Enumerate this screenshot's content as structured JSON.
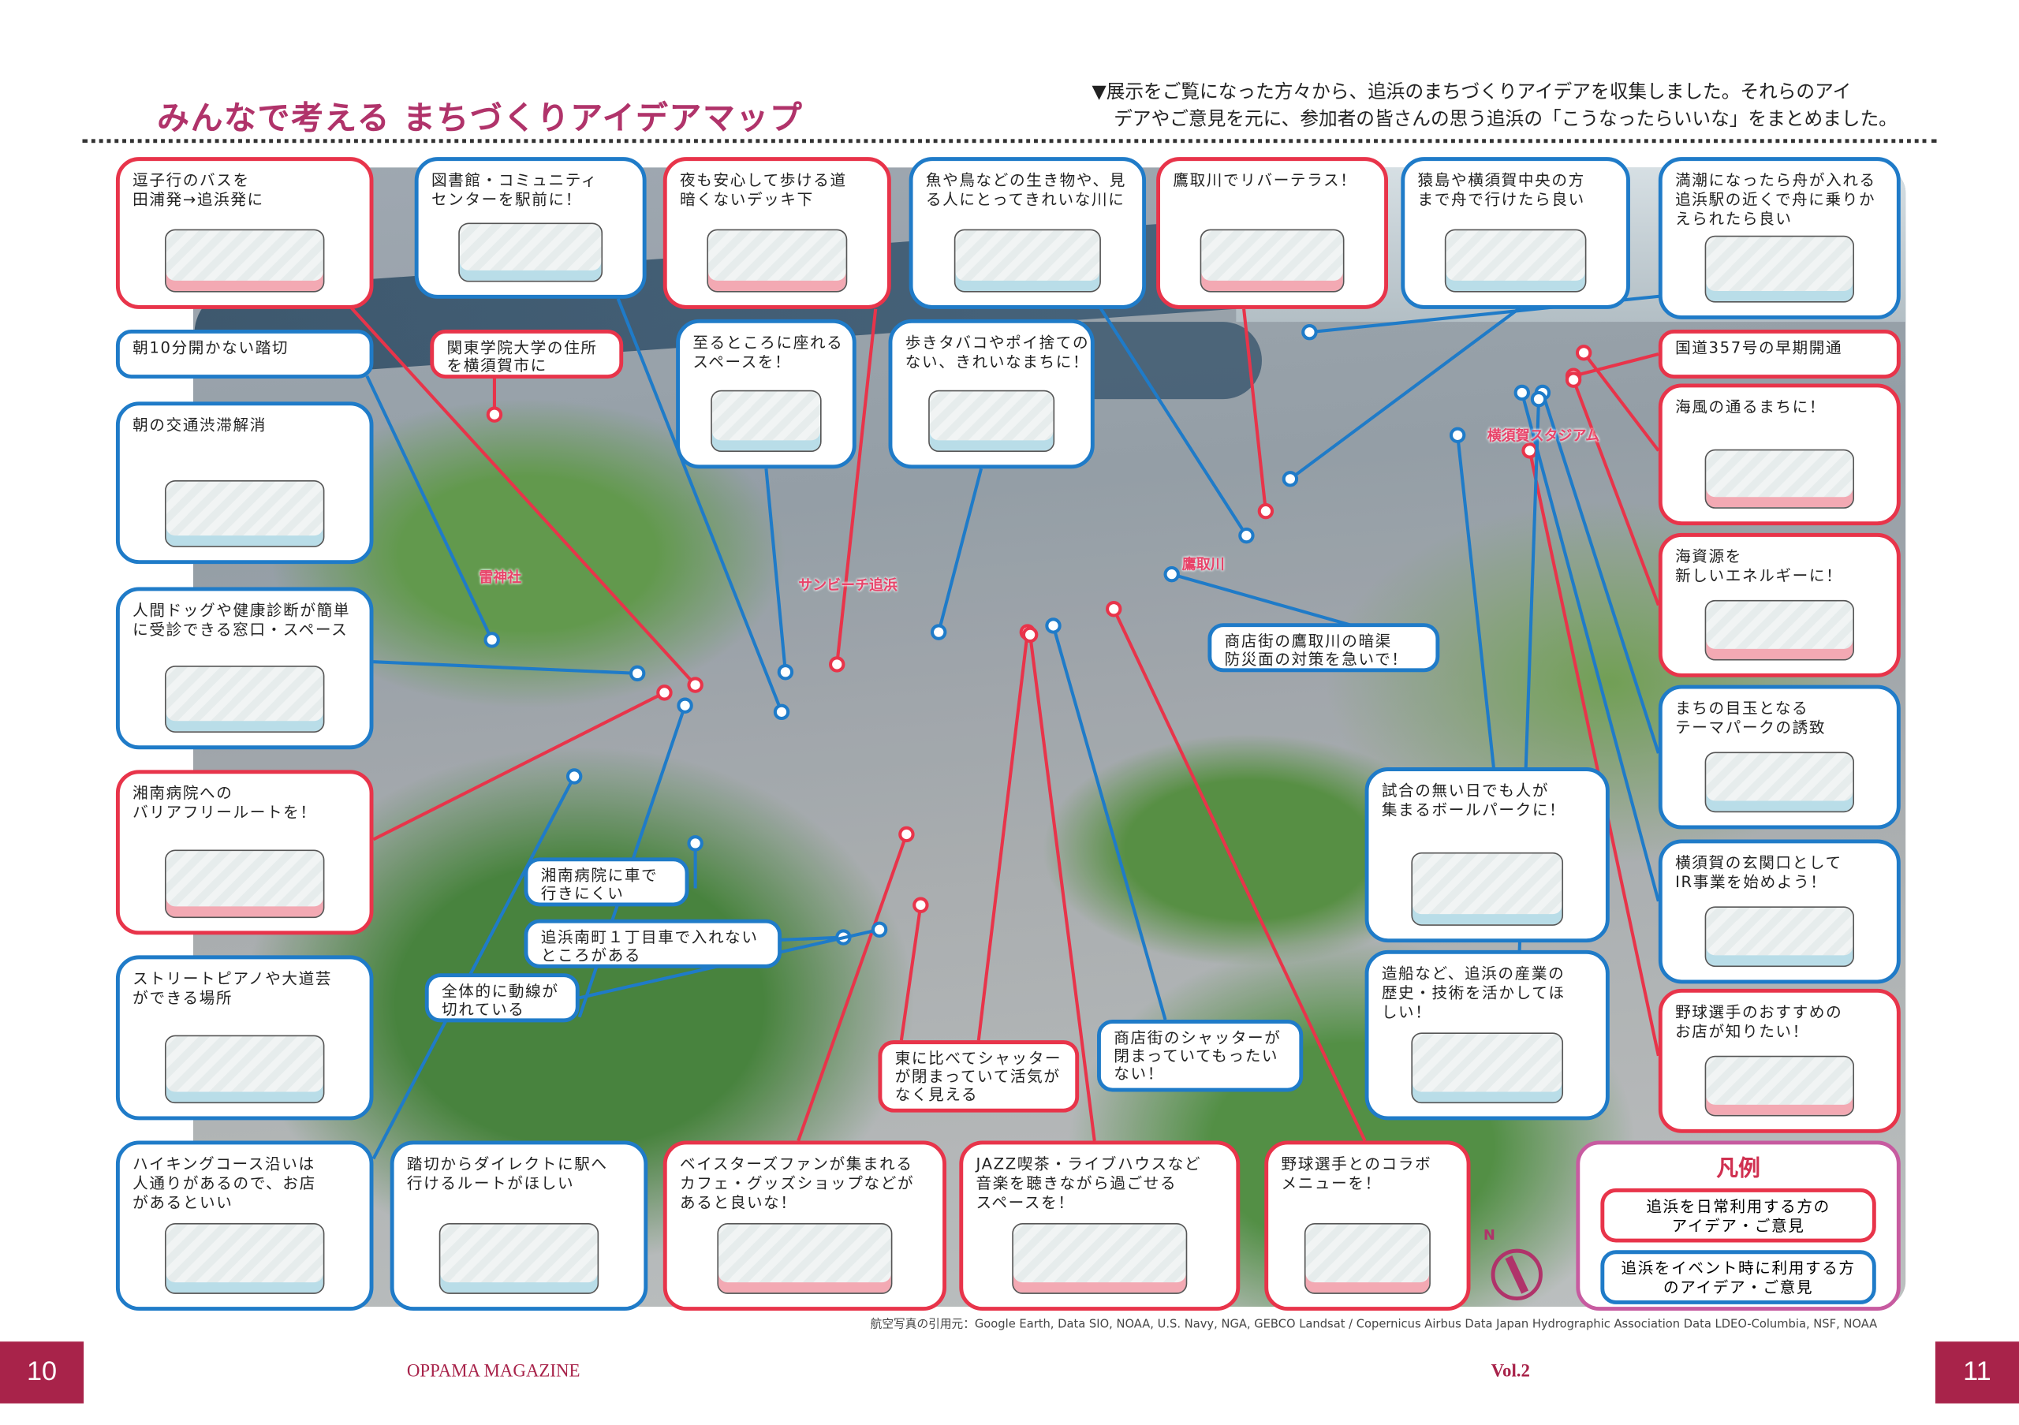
{
  "header": {
    "title": "みんなで考える まちづくりアイデアマップ",
    "intro_line1": "▼展示をご覧になった方々から、追浜のまちづくりアイデアを収集しました。それらのアイ",
    "intro_line2": "デアやご意見を元に、参加者の皆さんの思う追浜の「こうなったらいいな」をまとめました。"
  },
  "colors": {
    "daily": "#e8344a",
    "event": "#1f7bc8",
    "title": "#b0336a",
    "page": "#a8234a"
  },
  "ideas": [
    {
      "text": "逗子行のバスを\n田浦発→追浜発に",
      "type": "daily",
      "icon": "bus-illustration"
    },
    {
      "text": "図書館・コミュニティ\nセンターを駅前に！",
      "type": "event",
      "icon": "library-illustration"
    },
    {
      "text": "夜も安心して歩ける道\n暗くないデッキ下",
      "type": "daily",
      "icon": "streetlight-illustration"
    },
    {
      "text": "魚や鳥などの生き物や、見\nる人にとってきれいな川に",
      "type": "event",
      "icon": "river-wildlife-illustration"
    },
    {
      "text": "鷹取川でリバーテラス！",
      "type": "daily",
      "icon": "river-terrace-illustration"
    },
    {
      "text": "猿島や横須賀中央の方\nまで舟で行けたら良い",
      "type": "event",
      "icon": "boat-illustration"
    },
    {
      "text": "満潮になったら舟が入れる\n追浜駅の近くで舟に乗りか\nえられたら良い",
      "type": "event",
      "icon": "boat-station-illustration"
    },
    {
      "text": "朝10分開かない踏切",
      "type": "event",
      "icon": ""
    },
    {
      "text": "関東学院大学の住所\nを横須賀市に",
      "type": "daily",
      "icon": ""
    },
    {
      "text": "朝の交通渋滞解消",
      "type": "event",
      "icon": "car-illustration"
    },
    {
      "text": "人間ドッグや健康診断が簡単\nに受診できる窓口・スペース",
      "type": "event",
      "icon": "xray-illustration"
    },
    {
      "text": "湘南病院への\nバリアフリールートを！",
      "type": "daily",
      "icon": "wheelchair-illustration"
    },
    {
      "text": "ストリートピアノや大道芸\nができる場所",
      "type": "event",
      "icon": "piano-illustration"
    },
    {
      "text": "ハイキングコース沿いは\n人通りがあるので、お店\nがあるといい",
      "type": "event",
      "icon": "shop-hikers-illustration"
    },
    {
      "text": "至るところに座れる\nスペースを！",
      "type": "event",
      "icon": "bench-illustration"
    },
    {
      "text": "歩きタバコやポイ捨ての\nない、きれいなまちに！",
      "type": "event",
      "icon": "trash-can-illustration"
    },
    {
      "text": "湘南病院に車で\n行きにくい",
      "type": "event",
      "icon": ""
    },
    {
      "text": "追浜南町１丁目車で入れない\nところがある",
      "type": "event",
      "icon": ""
    },
    {
      "text": "全体的に動線が\n切れている",
      "type": "event",
      "icon": ""
    },
    {
      "text": "商店街の鷹取川の暗渠\n防災面の対策を急いで！",
      "type": "event",
      "icon": ""
    },
    {
      "text": "東に比べてシャッター\nが閉まっていて活気が\nなく見える",
      "type": "daily",
      "icon": ""
    },
    {
      "text": "商店街のシャッターが\n閉まっていてもったい\nない！",
      "type": "event",
      "icon": ""
    },
    {
      "text": "踏切からダイレクトに駅へ\n行けるルートがほしい",
      "type": "event",
      "icon": "railroad-crossing-illustration"
    },
    {
      "text": "ベイスターズファンが集まれる\nカフェ・グッズショップなどが\nあると良いな！",
      "type": "daily",
      "icon": "coffee-cap-illustration"
    },
    {
      "text": "JAZZ喫茶・ライブハウスなど\n音楽を聴きながら過ごせる\nスペースを！",
      "type": "daily",
      "icon": "jazz-cafe-illustration"
    },
    {
      "text": "野球選手とのコラボ\nメニューを！",
      "type": "daily",
      "icon": "drink-illustration"
    },
    {
      "text": "試合の無い日でも人が\n集まるボールパークに！",
      "type": "event",
      "icon": "ballpark-illustration"
    },
    {
      "text": "造船など、追浜の産業の\n歴史・技術を活かしてほ\nしい！",
      "type": "event",
      "icon": "ship-factory-illustration"
    },
    {
      "text": "国道357号の早期開通",
      "type": "daily",
      "icon": ""
    },
    {
      "text": "海風の通るまちに！",
      "type": "daily",
      "icon": "city-street-illustration"
    },
    {
      "text": "海資源を\n新しいエネルギーに！",
      "type": "daily",
      "icon": "wind-turbine-illustration"
    },
    {
      "text": "まちの目玉となる\nテーマパークの誘致",
      "type": "event",
      "icon": "theme-park-illustration"
    },
    {
      "text": "横須賀の玄関口として\nIR事業を始めよう！",
      "type": "event",
      "icon": "hotel-illustration"
    },
    {
      "text": "野球選手のおすすめの\nお店が知りたい！",
      "type": "daily",
      "icon": "baseball-player-illustration"
    }
  ],
  "map_labels": [
    "雷神社",
    "サンビーチ追浜",
    "鷹取川",
    "横須賀スタジアム"
  ],
  "legend": {
    "title": "凡例",
    "daily": "追浜を日常利用する方の\nアイデア・ご意見",
    "event": "追浜をイベント時に利用する方\nのアイデア・ご意見"
  },
  "compass": "N",
  "credit": "航空写真の引用元：Google Earth, Data SIO, NOAA, U.S. Navy, NGA, GEBCO Landsat / Copernicus Airbus Data Japan Hydrographic Association Data LDEO-Columbia, NSF, NOAA",
  "footer": {
    "page_left": "10",
    "page_right": "11",
    "magazine": "OPPAMA MAGAZINE",
    "volume": "Vol.2"
  }
}
